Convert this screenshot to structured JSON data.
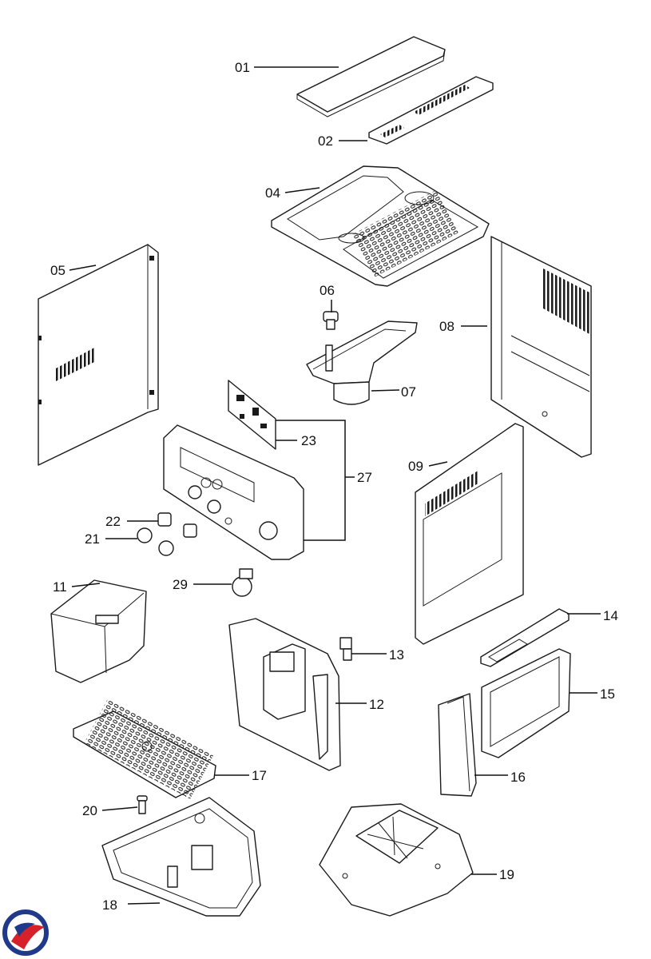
{
  "labels": {
    "p01": "01",
    "p02": "02",
    "p04": "04",
    "p05": "05",
    "p06": "06",
    "p07": "07",
    "p08": "08",
    "p09": "09",
    "p11": "11",
    "p12": "12",
    "p13": "13",
    "p14": "14",
    "p15": "15",
    "p16": "16",
    "p17": "17",
    "p18": "18",
    "p19": "19",
    "p20": "20",
    "p21": "21",
    "p22": "22",
    "p23": "23",
    "p27": "27",
    "p29": "29"
  },
  "logo": {
    "colors": [
      "#1f3a8a",
      "#d6202a"
    ]
  }
}
